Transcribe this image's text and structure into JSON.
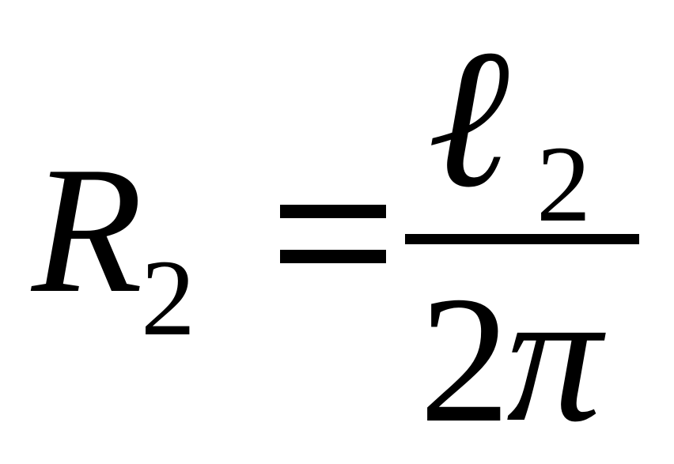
{
  "formula": {
    "lhs": {
      "variable": "R",
      "subscript": "2"
    },
    "relation": "=",
    "rhs": {
      "numerator": {
        "variable": "ℓ",
        "subscript": "2"
      },
      "denominator": {
        "coefficient": "2",
        "variable": "π"
      }
    }
  },
  "colors": {
    "ink": "#000000",
    "background": "#ffffff"
  }
}
